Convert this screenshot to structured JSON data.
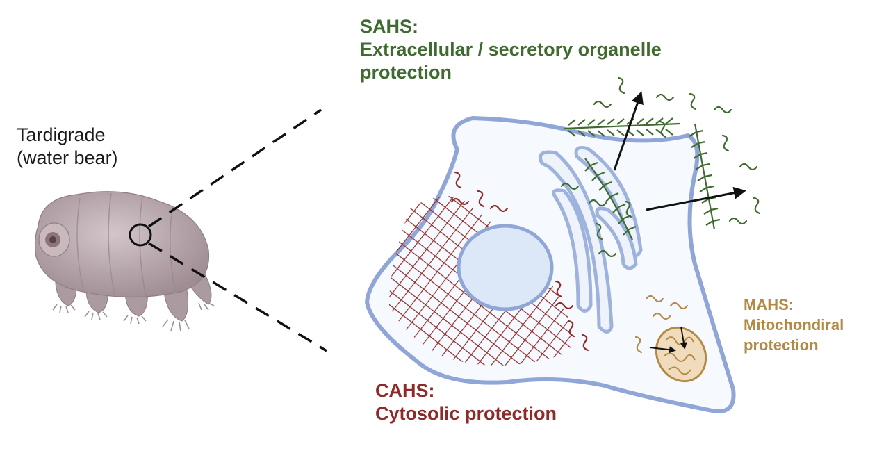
{
  "organism": {
    "name": "Tardigrade",
    "common_name": "(water bear)"
  },
  "labels": {
    "sahs": {
      "title": "SAHS:",
      "line1": "Extracellular / secretory organelle",
      "line2": "protection"
    },
    "cahs": {
      "title": "CAHS:",
      "line1": "Cytosolic protection"
    },
    "mahs": {
      "title": "MAHS:",
      "line1": "Mitochondiral",
      "line2": "protection"
    }
  },
  "colors": {
    "sahs": "#3f6b30",
    "cahs": "#8f2a2a",
    "mahs": "#b28a45",
    "membrane": "#8fa6d6",
    "nucleus_fill": "#dce8f8",
    "cell_fill": "#f6f9fd",
    "tardigrade_body": "#b7a6ab"
  },
  "icons": {
    "organism": "tardigrade-illustration",
    "cell": "eukaryotic-cell-diagram"
  }
}
